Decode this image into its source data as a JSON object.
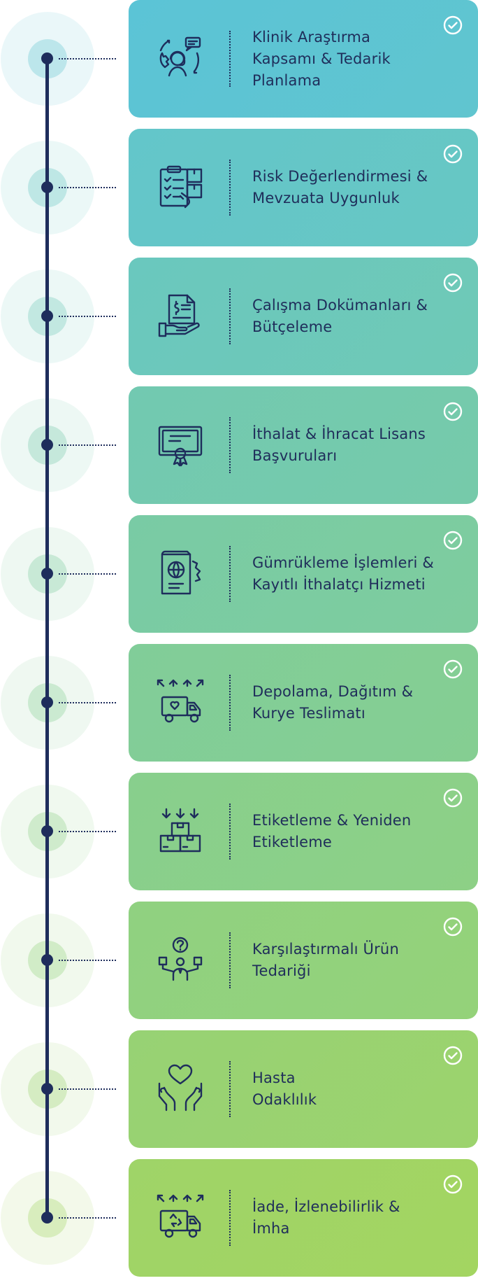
{
  "colors": {
    "ink": "#1e2d5c",
    "card_top": "#5bc4d6",
    "card_bottom": "#a6d65c",
    "check": "#ffffff"
  },
  "steps": [
    {
      "title": "Klinik Araştırma Kapsamı & Tedarik Planlama",
      "icon": "support-agent-icon",
      "completed": true
    },
    {
      "title": "Risk Değerlendirmesi & Mevzuata Uygunluk",
      "icon": "inventory-clipboard-icon",
      "completed": true
    },
    {
      "title": "Çalışma Dokümanları & Bütçeleme",
      "icon": "invoice-hand-icon",
      "completed": true
    },
    {
      "title": "İthalat & İhracat Lisans Başvuruları",
      "icon": "certificate-icon",
      "completed": true
    },
    {
      "title": "Gümrükleme İşlemleri & Kayıtlı İthalatçı Hizmeti",
      "icon": "passport-icon",
      "completed": true
    },
    {
      "title": "Depolama, Dağıtım & Kurye Teslimatı",
      "icon": "delivery-truck-icon",
      "completed": true
    },
    {
      "title": "Etiketleme & Yeniden Etiketleme",
      "icon": "boxes-icon",
      "completed": true
    },
    {
      "title": "Karşılaştırmalı Ürün Tedariği",
      "icon": "person-question-icon",
      "completed": true
    },
    {
      "title": "Hasta Odaklılık",
      "icon": "hands-heart-icon",
      "completed": true
    },
    {
      "title": "İade, İzlenebilirlik & İmha",
      "icon": "recycle-truck-icon",
      "completed": true
    }
  ]
}
